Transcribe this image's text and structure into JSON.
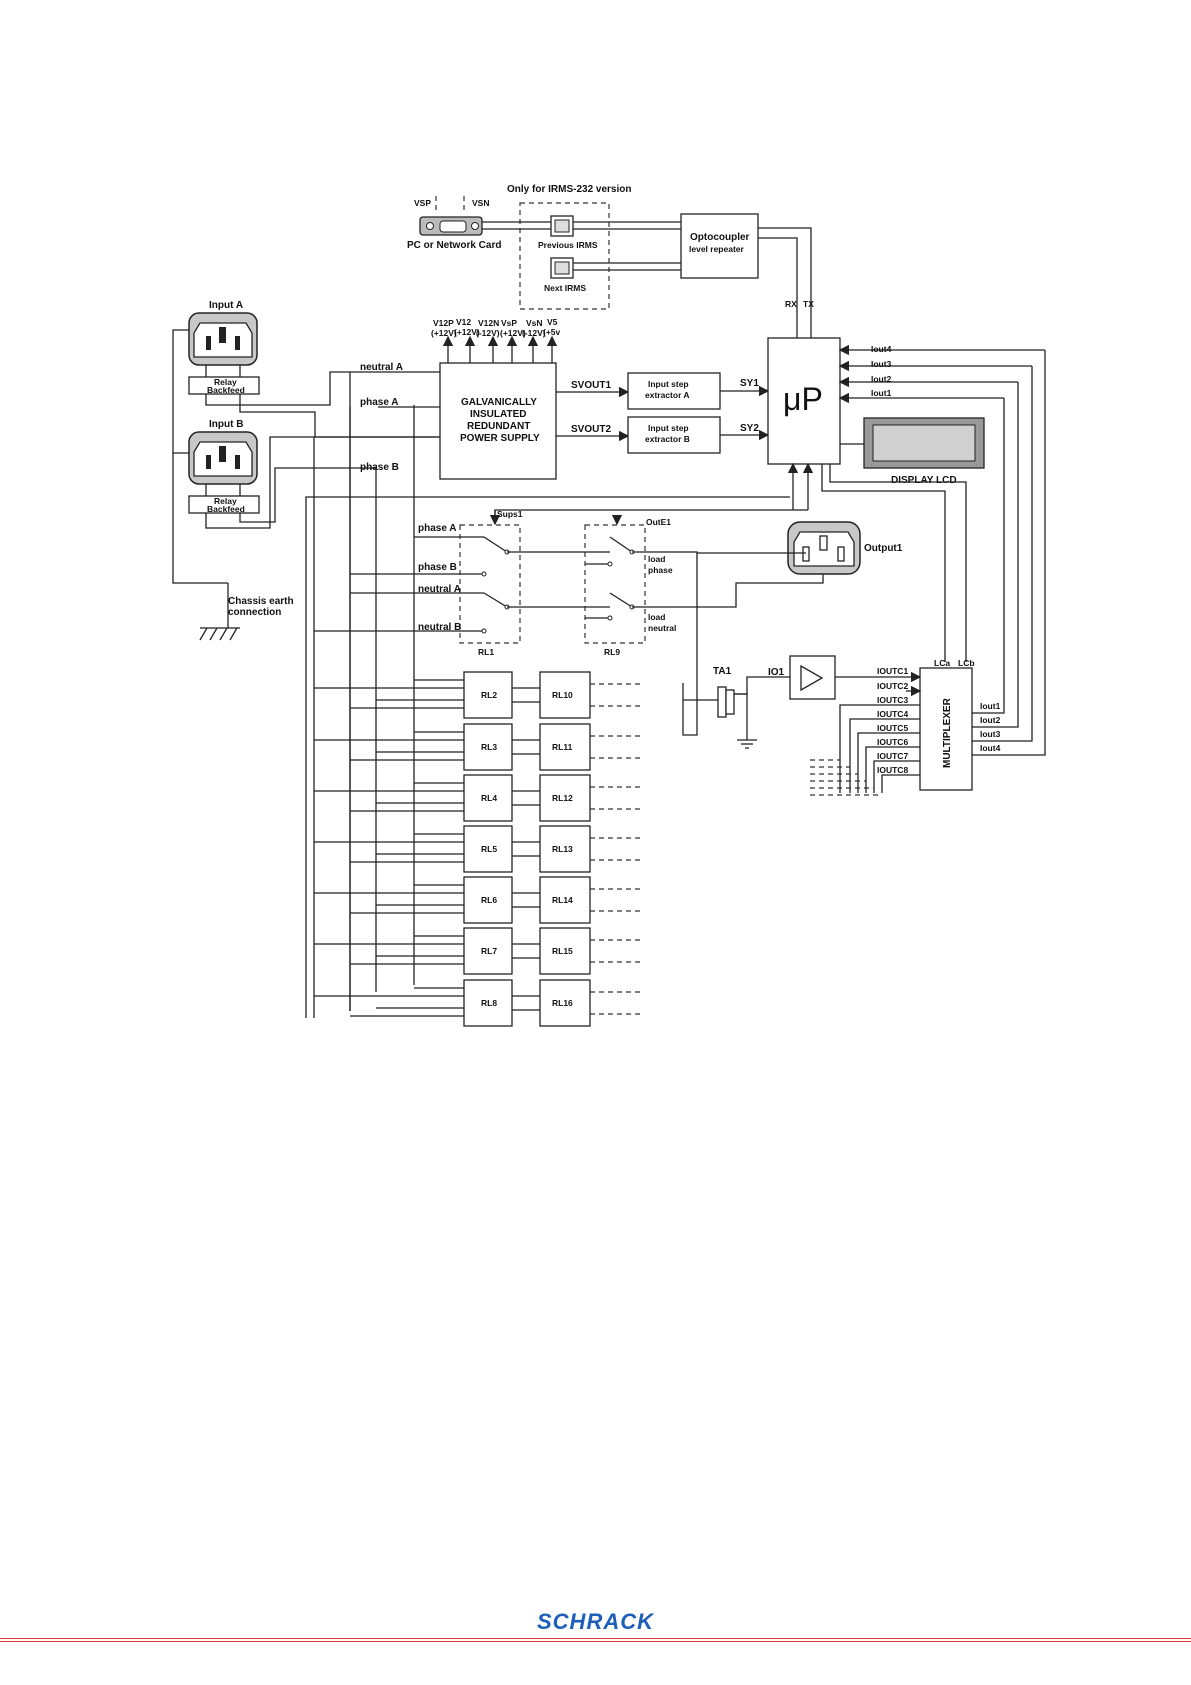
{
  "header": {
    "only_version": "Only for IRMS-232 version",
    "vsp": "VSP",
    "vsn": "VSN",
    "pc_card": "PC or Network Card",
    "previous_irms": "Previous IRMS",
    "next_irms": "Next IRMS",
    "opto_1": "Optocoupler",
    "opto_2": "level repeater",
    "rx": "RX",
    "tx": "TX"
  },
  "inputs": {
    "input_a": "Input A",
    "input_b": "Input B",
    "relay_1": "Relay",
    "relay_2": "Backfeed",
    "chassis_1": "Chassis earth",
    "chassis_2": "connection"
  },
  "psu": {
    "line1": "GALVANICALLY",
    "line2": "INSULATED",
    "line3": "REDUNDANT",
    "line4": "POWER SUPPLY",
    "rails": [
      "V12P",
      "V12",
      "V12N",
      "VsP",
      "VsN",
      "V5"
    ],
    "rail_values": [
      "(+12V)",
      "(+12V)",
      "(-12V)",
      "(+12V)",
      "(-12V)",
      "(+5v"
    ],
    "svout1": "SVOUT1",
    "svout2": "SVOUT2"
  },
  "wires": {
    "neutral_a": "neutral A",
    "phase_a": "phase A",
    "phase_b": "phase B",
    "neutral_b": "neutral B"
  },
  "blocks": {
    "step_a_1": "Input step",
    "step_a_2": "extractor A",
    "step_b_1": "Input step",
    "step_b_2": "extractor B",
    "sy1": "SY1",
    "sy2": "SY2",
    "up": "μP",
    "display": "DISPLAY LCD",
    "multiplexer": "MULTIPLEXER",
    "lca": "LCa",
    "lcb": "LCb"
  },
  "iout_in": [
    "Iout4",
    "Iout3",
    "Iout2",
    "Iout1"
  ],
  "iout_out": [
    "Iout1",
    "Iout2",
    "Iout3",
    "Iout4"
  ],
  "ioutc": [
    "IOUTC1",
    "IOUTC2",
    "IOUTC3",
    "IOUTC4",
    "IOUTC5",
    "IOUTC6",
    "IOUTC7",
    "IOUTC8"
  ],
  "switching": {
    "sups1": "Sups1",
    "oute1": "OutE1",
    "load_phase_1": "load",
    "load_phase_2": "phase",
    "load_neutral_1": "load",
    "load_neutral_2": "neutral",
    "rl1": "RL1",
    "rl9": "RL9",
    "output1": "Output1",
    "ta1": "TA1",
    "io1": "IO1"
  },
  "relays_left": [
    "RL2",
    "RL3",
    "RL4",
    "RL5",
    "RL6",
    "RL7",
    "RL8"
  ],
  "relays_right": [
    "RL10",
    "RL11",
    "RL12",
    "RL13",
    "RL14",
    "RL15",
    "RL16"
  ],
  "footer": {
    "brand": "SCHRACK",
    "accent_color": "#e23a3a",
    "brand_color": "#1d5fb8"
  }
}
